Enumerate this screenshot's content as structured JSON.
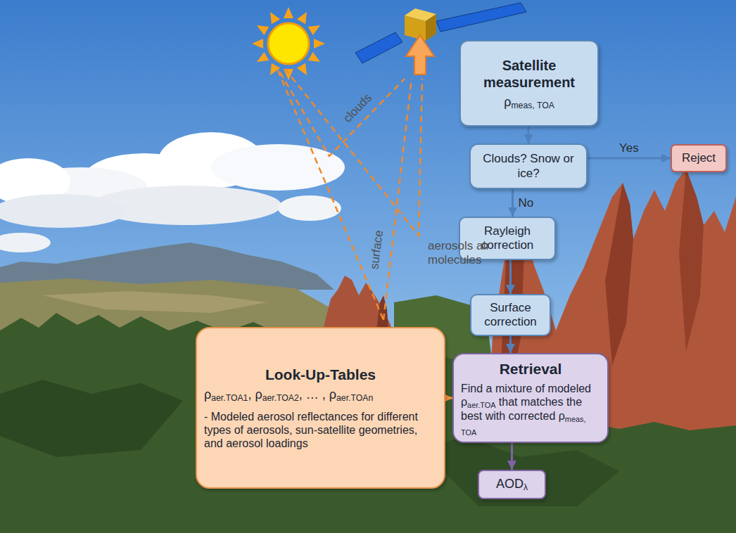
{
  "diagram": {
    "nodes": [
      {
        "text": [
          "Satellite measurement",
          "ρmeas, TOA"
        ]
      },
      {
        "text": [
          "Clouds? Snow or ice?"
        ]
      },
      {
        "text": [
          "Reject"
        ]
      },
      {
        "text": [
          "Rayleigh correction"
        ]
      },
      {
        "text": [
          "Surface correction"
        ]
      },
      {
        "text": [
          "Look-Up-Tables",
          "ρaer.TOA1, ρaer.TOA2, … , ρaer.TOAn",
          "- Modeled aerosol reflectances for different types of aerosols, sun-satellite geometries, and aerosol loadings"
        ]
      },
      {
        "text": [
          "Retrieval",
          "Find a mixture of modeled ρaer.TOA that matches the best with corrected ρmeas, TOA"
        ]
      },
      {
        "text": [
          "AODλ"
        ]
      }
    ],
    "edges": [
      {
        "from": 0,
        "to": 1,
        "arrow": "to"
      },
      {
        "from": 1,
        "to": 2,
        "label": "Yes",
        "arrow": "to"
      },
      {
        "from": 1,
        "to": 3,
        "label": "No",
        "arrow": "to"
      },
      {
        "from": 3,
        "to": 4,
        "arrow": "to"
      },
      {
        "from": 4,
        "to": 6,
        "arrow": "to"
      },
      {
        "from": 5,
        "to": 6,
        "arrow": "to"
      },
      {
        "from": 6,
        "to": 7,
        "arrow": "to"
      }
    ],
    "labels": [
      "clouds",
      "surface",
      "aerosols air molecules"
    ]
  }
}
